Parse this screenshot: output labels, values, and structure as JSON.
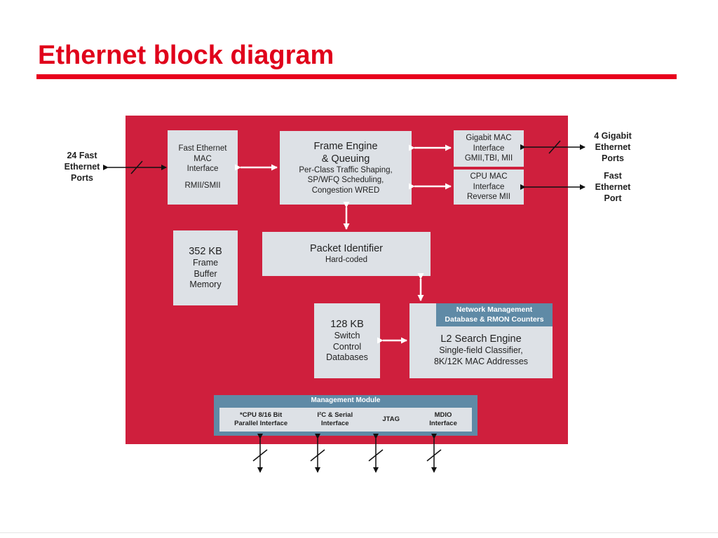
{
  "title": "Ethernet block diagram",
  "left_ports": [
    "24 Fast",
    "Ethernet",
    "Ports"
  ],
  "right_ports_top": [
    "4 Gigabit",
    "Ethernet",
    "Ports"
  ],
  "right_ports_bottom": [
    "Fast",
    "Ethernet",
    "Port"
  ],
  "fast_mac": {
    "lines": [
      "Fast Ethernet",
      "MAC",
      "Interface"
    ],
    "sub": "RMII/SMII"
  },
  "frame_engine": {
    "lines": [
      "Frame Engine",
      "& Queuing"
    ],
    "sub": [
      "Per-Class Traffic Shaping,",
      "SP/WFQ Scheduling,",
      "Congestion WRED"
    ]
  },
  "gigabit_mac": [
    "Gigabit MAC",
    "Interface",
    "GMII,TBI, MII"
  ],
  "cpu_mac": [
    "CPU MAC",
    "Interface",
    "Reverse MII"
  ],
  "frame_buffer": [
    "352 KB",
    "Frame",
    "Buffer",
    "Memory"
  ],
  "packet_identifier": {
    "title": "Packet Identifier",
    "sub": "Hard-coded"
  },
  "switch_db": [
    "128 KB",
    "Switch",
    "Control",
    "Databases"
  ],
  "network_mgmt": [
    "Network Management",
    "Database & RMON Counters"
  ],
  "l2_search": {
    "title": "L2 Search Engine",
    "sub": [
      "Single-field Classifier,",
      "8K/12K MAC Addresses"
    ]
  },
  "management_module": {
    "title": "Management Module",
    "items": [
      [
        "*CPU 8/16 Bit",
        "Parallel Interface"
      ],
      [
        "I²C & Serial",
        "Interface"
      ],
      [
        "JTAG"
      ],
      [
        "MDIO",
        "Interface"
      ]
    ]
  }
}
